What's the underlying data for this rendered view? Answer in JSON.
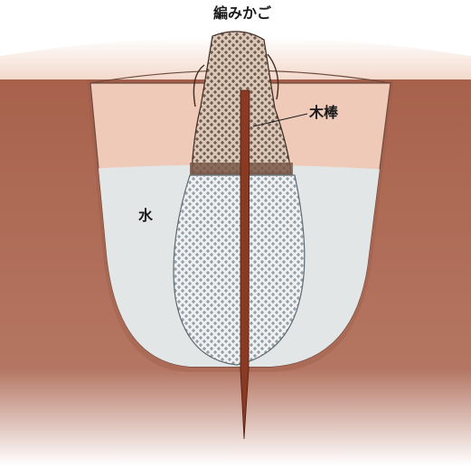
{
  "labels": {
    "basket": "編みかご",
    "stick": "木棒",
    "water": "水"
  },
  "colors": {
    "soil": "#a8624c",
    "soil_surface": "#f0d2c2",
    "pit_wall": "#efcab8",
    "water": "#e3e6e6",
    "basket_dry": "#6b4a3c",
    "basket_wet": "#8f9aa3",
    "stick": "#8a3a22"
  }
}
